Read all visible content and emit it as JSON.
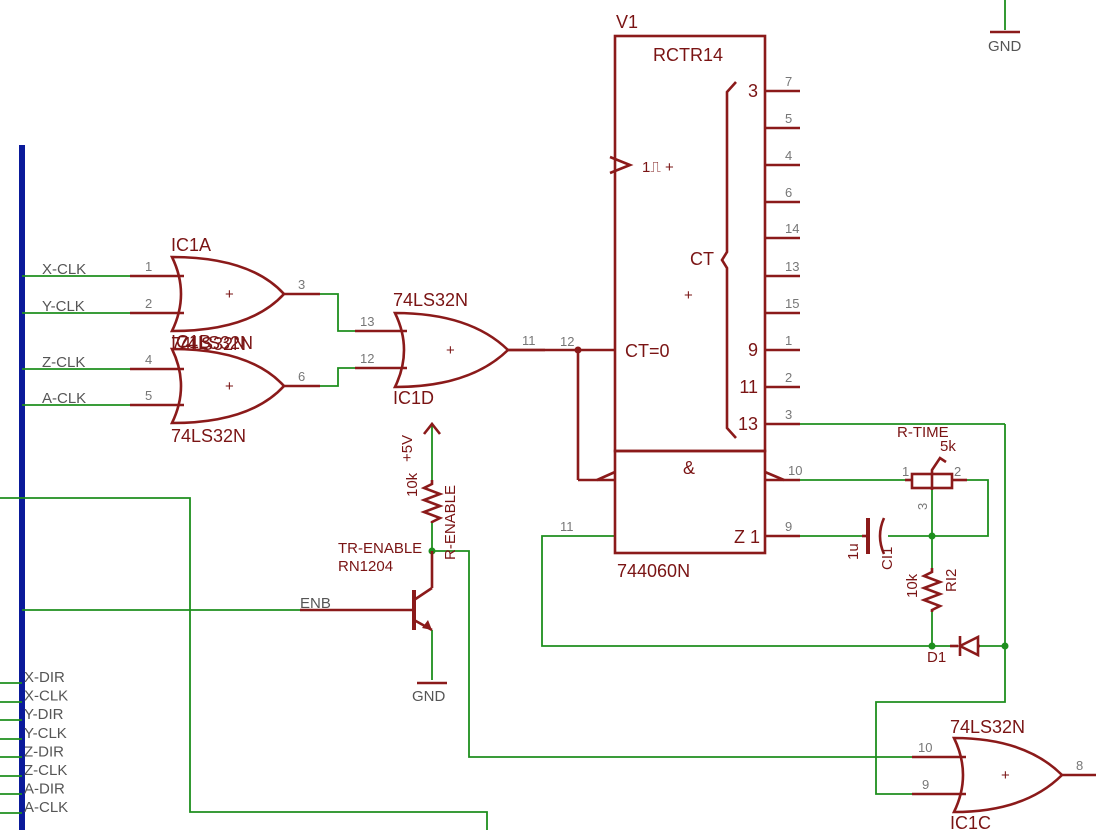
{
  "top_ground": "GND",
  "counter": {
    "ref": "V1",
    "title": "RCTR14",
    "clock": "1⎍ +",
    "ct_label": "CT",
    "plus": "+",
    "reset": "CT=0",
    "left_pin": "12",
    "outputs": [
      {
        "inner": "3",
        "outer": "7"
      },
      {
        "inner": "",
        "outer": "5"
      },
      {
        "inner": "",
        "outer": "4"
      },
      {
        "inner": "",
        "outer": "6"
      },
      {
        "inner": "",
        "outer": "14"
      },
      {
        "inner": "",
        "outer": "13"
      },
      {
        "inner": "",
        "outer": "15"
      },
      {
        "inner": "9",
        "outer": "1"
      },
      {
        "inner": "11",
        "outer": "2"
      },
      {
        "inner": "13",
        "outer": "3"
      }
    ]
  },
  "monostable": {
    "amp": "&",
    "part": "744060N",
    "z1": "Z 1",
    "pin_10": "10",
    "pin_9": "9",
    "pin_11": "11"
  },
  "gate_ic1a": {
    "ref": "IC1A",
    "part": "74LS32N",
    "in1": "1",
    "in2": "2",
    "out": "3",
    "plus": "+"
  },
  "gate_ic1b": {
    "ref": "IC1B",
    "part_top": "74LS32N",
    "part": "74LS32N",
    "in1": "4",
    "in2": "5",
    "out": "6",
    "plus": "+"
  },
  "gate_ic1d": {
    "ref": "IC1D",
    "part": "74LS32N",
    "in1": "13",
    "in2": "12",
    "out": "11",
    "plus": "+"
  },
  "gate_ic1c": {
    "ref": "IC1C",
    "part": "74LS32N",
    "in1": "10",
    "in2": "9",
    "out": "8",
    "plus": "+"
  },
  "nets": {
    "x_clk": "X-CLK",
    "y_clk": "Y-CLK",
    "z_clk": "Z-CLK",
    "a_clk": "A-CLK",
    "enb": "ENB"
  },
  "bus_labels": [
    "X-DIR",
    "X-CLK",
    "Y-DIR",
    "Y-CLK",
    "Z-DIR",
    "Z-CLK",
    "A-DIR",
    "A-CLK"
  ],
  "supply": {
    "plus5": "+5V",
    "ground": "GND"
  },
  "resistor_enable": {
    "value": "10k",
    "name": "R-ENABLE"
  },
  "transistor": {
    "name": "TR-ENABLE",
    "part": "RN1204"
  },
  "trimmer": {
    "name": "R-TIME",
    "value": "5k",
    "pin1": "1",
    "pin2": "2",
    "pin3": "3"
  },
  "cap": {
    "value": "1u",
    "name": "CI1"
  },
  "resistor_2": {
    "value": "10k",
    "name": "RI2"
  },
  "diode": {
    "name": "D1"
  },
  "colors": {
    "component": "#8b1a1a",
    "wire": "#1e8f1e",
    "bus": "#0a1a9a"
  }
}
